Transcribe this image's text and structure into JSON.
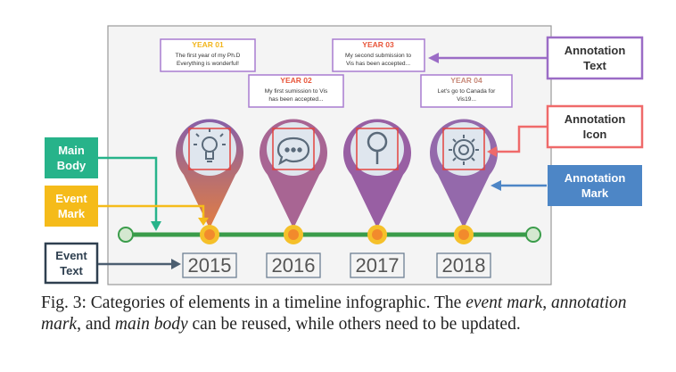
{
  "annotations": [
    {
      "year": "YEAR 01",
      "text1": "The first year of my Ph.D",
      "text2": "Everything is wonderful!",
      "year_color": "#f2b51c"
    },
    {
      "year": "YEAR 02",
      "text1": "My first sumission to Vis",
      "text2": "has been accepted...",
      "year_color": "#e8553a"
    },
    {
      "year": "YEAR 03",
      "text1": "My second submission to",
      "text2": "Vis has been accepted...",
      "year_color": "#e8553a"
    },
    {
      "year": "YEAR 04",
      "text1": "Let's go to Canada for",
      "text2": "Vis19...",
      "year_color": "#c88a7a"
    }
  ],
  "events": [
    "2015",
    "2016",
    "2017",
    "2018"
  ],
  "icons": [
    "lightbulb-icon",
    "speech-bubble-icon",
    "magnifier-icon",
    "gear-icon"
  ],
  "callouts": {
    "main_body": {
      "line1": "Main",
      "line2": "Body",
      "color": "#27b38a"
    },
    "event_mark": {
      "line1": "Event",
      "line2": "Mark",
      "color": "#f5bb1a"
    },
    "event_text": {
      "line1": "Event",
      "line2": "Text",
      "color": "#2f4050"
    },
    "annotation_text": {
      "line1": "Annotation",
      "line2": "Text",
      "color": "#9b6cc6"
    },
    "annotation_icon": {
      "line1": "Annotation",
      "line2": "Icon",
      "color": "#ef6a6a"
    },
    "annotation_mark": {
      "line1": "Annotation",
      "line2": "Mark",
      "color": "#4d86c6"
    }
  },
  "caption": {
    "part1": "Fig. 3: Categories of elements in a timeline infographic. The ",
    "em1": "event mark",
    "part2": ", ",
    "em2": "annotation mark",
    "part3": ", and ",
    "em3": "main body",
    "part4": " can be reused, while others need to be updated."
  }
}
